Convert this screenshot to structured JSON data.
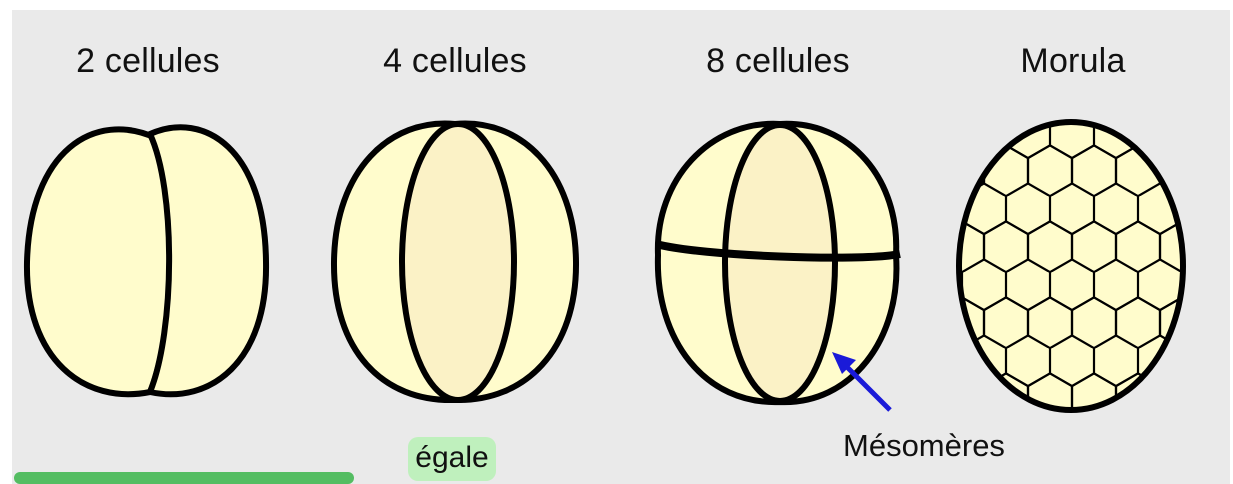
{
  "stages": [
    {
      "id": "two",
      "title": "2 cellules"
    },
    {
      "id": "four",
      "title": "4 cellules"
    },
    {
      "id": "eight",
      "title": "8 cellules"
    },
    {
      "id": "morula",
      "title": "Morula"
    }
  ],
  "labels": {
    "egale": "égale",
    "mesomeres": "Mésomères"
  },
  "colors": {
    "background": "#eaeaea",
    "cell_fill": "#fffccc",
    "cell_fill_inner": "#fbf2c6",
    "outline": "#000000",
    "arrow": "#1a1ad8",
    "highlight": "#bff0bd",
    "smudge": "#39b54a"
  }
}
